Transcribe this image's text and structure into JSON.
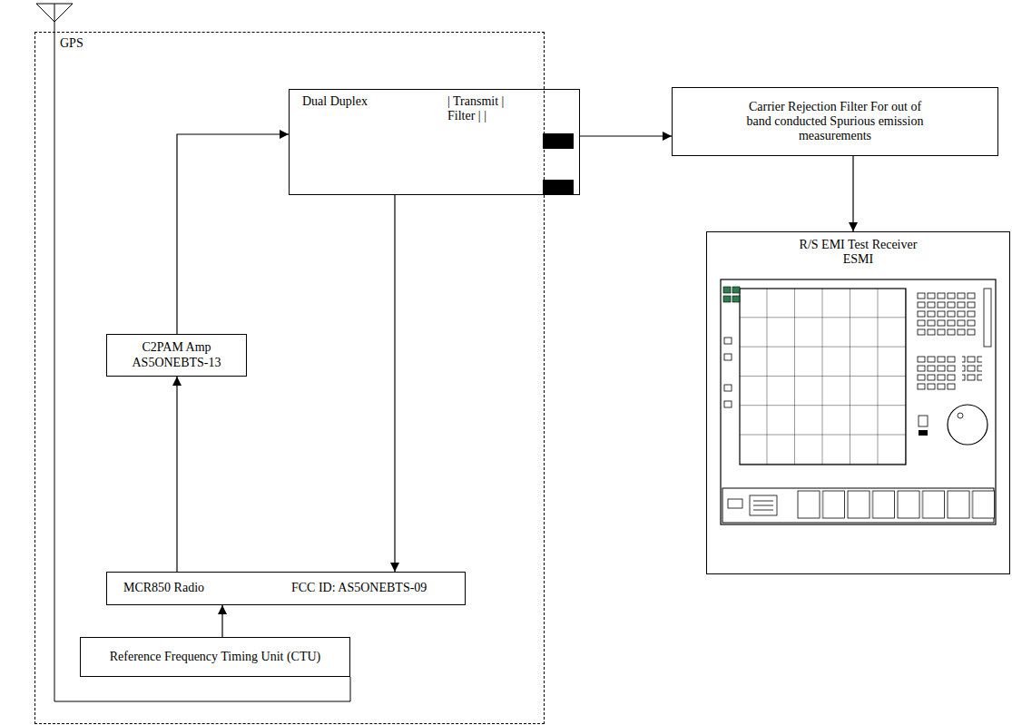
{
  "diagram": {
    "nodes": [
      {
        "text": [
          "GPS"
        ]
      },
      {
        "text": [
          "Dual Duplex",
          "| Transmit | Filter | |"
        ],
        "in": 0
      },
      {
        "text": [
          "Carrier Rejection Filter For out of band conducted Spurious emission measurements"
        ]
      },
      {
        "text": [
          "R/S EMI Test Receiver ESMI"
        ]
      },
      {
        "text": [
          "C2PAM Amp AS5ONEBTS-13"
        ],
        "in": 0
      },
      {
        "text": [
          "MCR850 Radio",
          "FCC ID: AS5ONEBTS-09"
        ],
        "in": 0
      },
      {
        "text": [
          "Reference Frequency Timing Unit (CTU)"
        ],
        "in": 0
      }
    ],
    "edges": [
      {
        "from": 6,
        "to": 5,
        "arrow": "to"
      },
      {
        "from": 5,
        "to": 4,
        "arrow": "to"
      },
      {
        "from": 4,
        "to": 1,
        "arrow": "to"
      },
      {
        "from": 1,
        "to": 5,
        "arrow": "to"
      },
      {
        "from": 1,
        "to": 2,
        "arrow": "to"
      },
      {
        "from": 2,
        "to": 3,
        "arrow": "to"
      }
    ]
  }
}
